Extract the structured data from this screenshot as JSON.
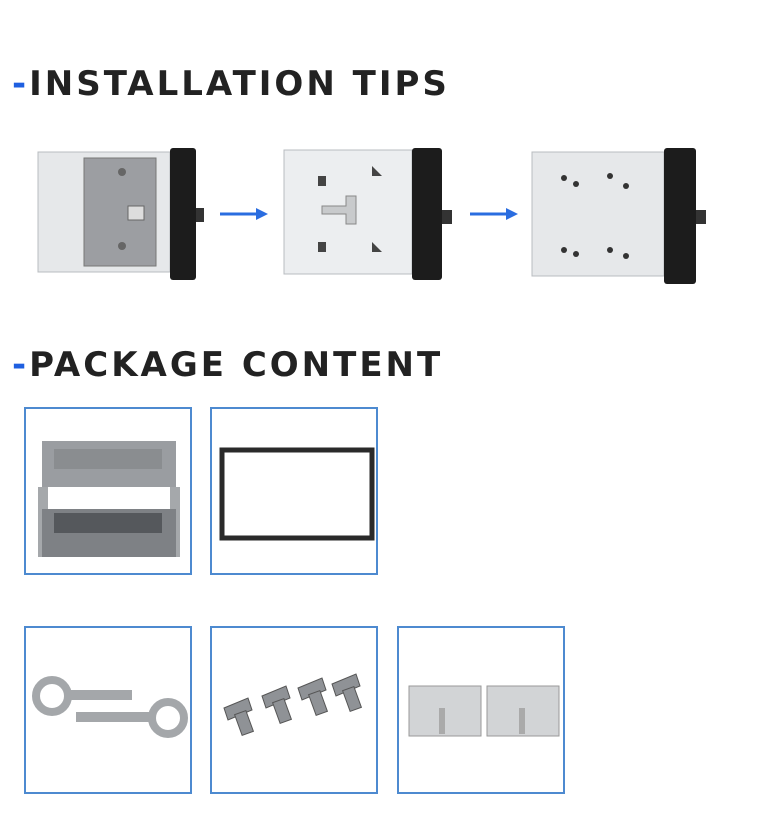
{
  "sections": {
    "installation": {
      "dash": "-",
      "title": "INSTALLATION TIPS"
    },
    "package": {
      "dash": "-",
      "title": "PACKAGE CONTENT"
    }
  },
  "colors": {
    "accent": "#1e5fe0",
    "box_border": "#4d8ad0",
    "heading": "#222222"
  },
  "steps": [
    "radio-with-side-bracket",
    "radio-side-panel",
    "radio-installed"
  ],
  "package_items": [
    "mounting-cage",
    "trim-frame",
    "removal-keys",
    "screws",
    "side-brackets"
  ]
}
